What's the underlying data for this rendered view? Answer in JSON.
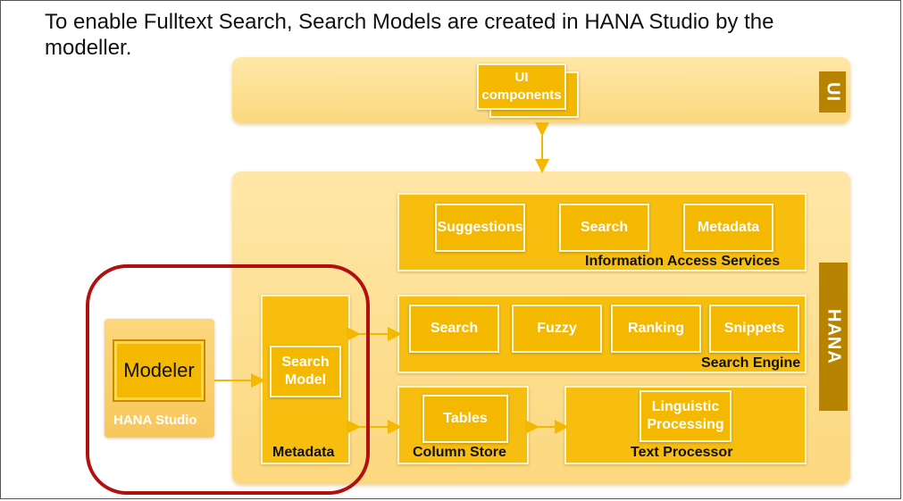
{
  "heading": "To enable Fulltext Search, Search Models are created in HANA Studio by the modeller.",
  "ui_layer": {
    "label": "UI",
    "components": "UI components"
  },
  "hana_layer": {
    "label": "HANA",
    "information_access": {
      "title": "Information Access Services",
      "items": [
        "Suggestions",
        "Search",
        "Metadata"
      ]
    },
    "search_engine": {
      "title": "Search Engine",
      "items": [
        "Search",
        "Fuzzy",
        "Ranking",
        "Snippets"
      ]
    },
    "metadata": {
      "title": "Metadata",
      "item": "Search Model"
    },
    "column_store": {
      "title": "Column Store",
      "item": "Tables"
    },
    "text_processor": {
      "title": "Text Processor",
      "item": "Linguistic Processing"
    }
  },
  "hana_studio": {
    "label": "HANA Studio",
    "modeler": "Modeler"
  },
  "colors": {
    "accent": "#f5b800",
    "panel": "#fcd87f",
    "sidebar": "#b88400",
    "highlight": "#b01010"
  }
}
